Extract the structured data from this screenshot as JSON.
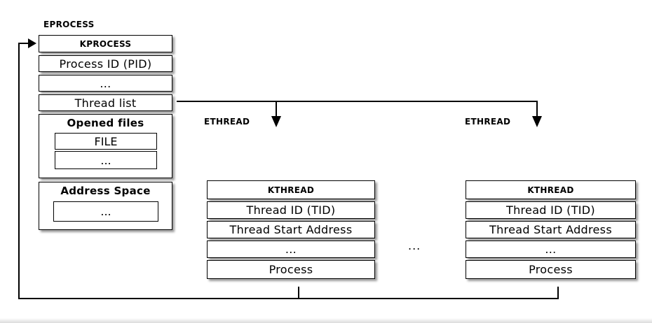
{
  "eprocess": {
    "label": "EPROCESS",
    "rows": [
      "KPROCESS",
      "Process ID (PID)",
      "...",
      "Thread list"
    ],
    "opened_files": {
      "title": "Opened files",
      "items": [
        "FILE",
        "..."
      ]
    },
    "address_space": {
      "title": "Address Space",
      "items": [
        "..."
      ]
    }
  },
  "ethread_left": {
    "label": "ETHREAD",
    "rows": [
      "KTHREAD",
      "Thread ID (TID)",
      "Thread Start Address",
      "...",
      "Process"
    ]
  },
  "ethread_right": {
    "label": "ETHREAD",
    "rows": [
      "KTHREAD",
      "Thread ID (TID)",
      "Thread Start Address",
      "...",
      "Process"
    ]
  },
  "between_ellipsis": "...",
  "colors": {
    "line": "#000000",
    "box_fill": "#ffffff",
    "shadow": "#9c9c9c"
  }
}
